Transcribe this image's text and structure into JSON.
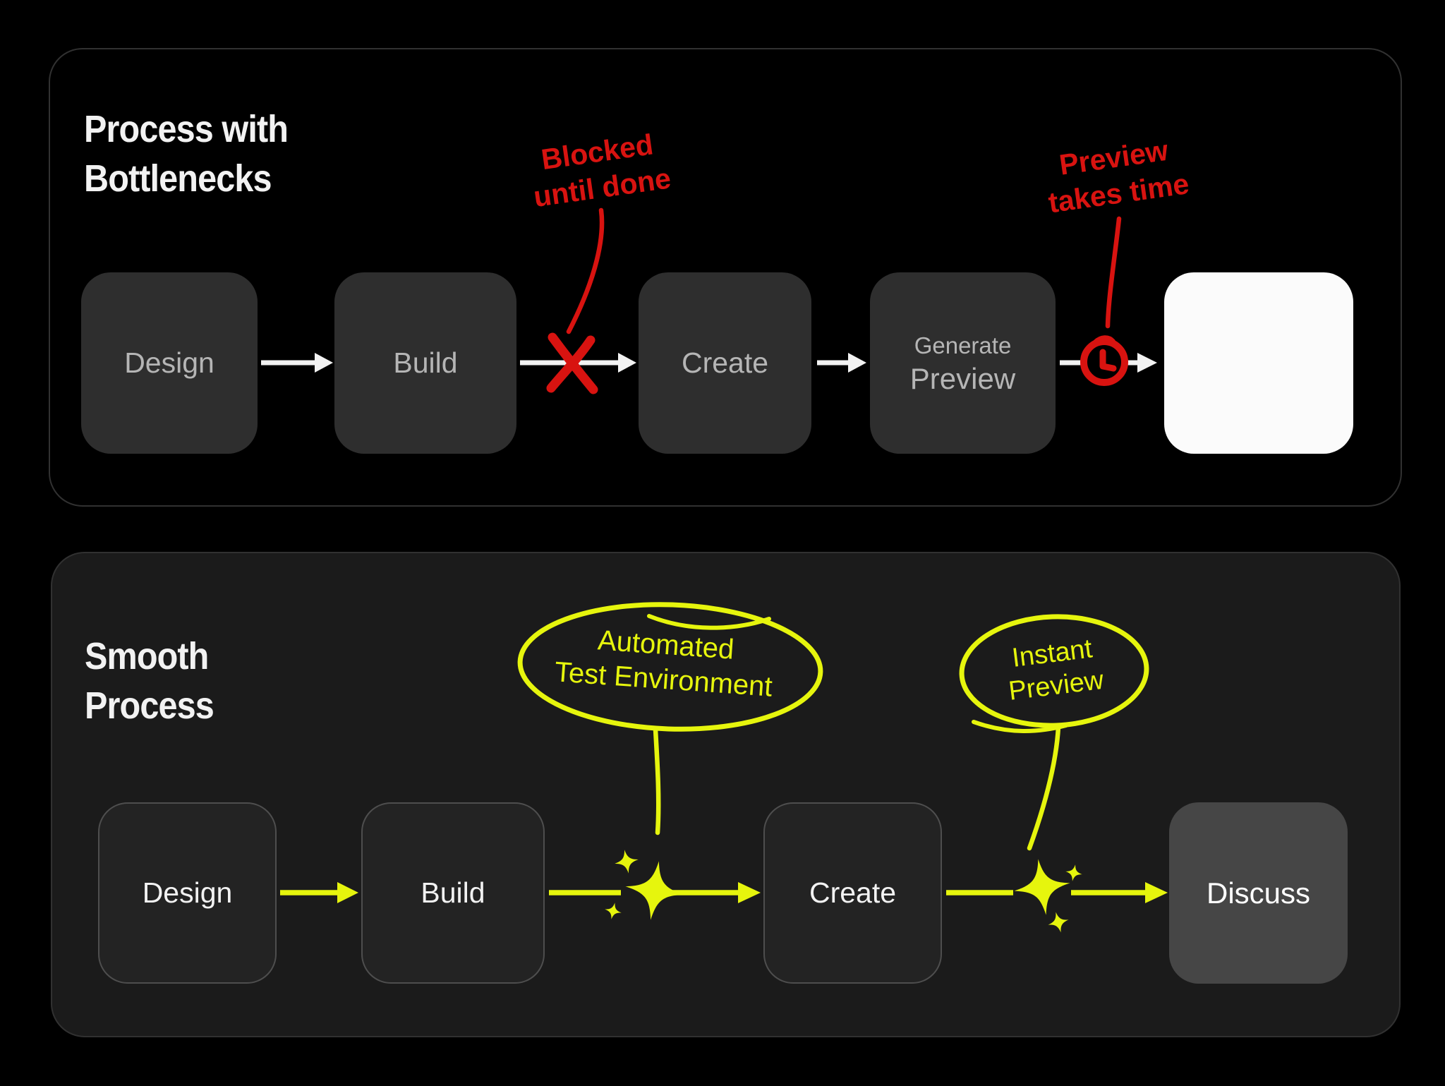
{
  "colors": {
    "background": "#000000",
    "panel_smooth_bg": "#1B1B1B",
    "panel_border": "#313131",
    "node_dark_bg": "#2E2E2E",
    "node_dark_text": "#B5B5B5",
    "node_outline_bg": "#232323",
    "node_outline_border": "#4E4E4E",
    "node_discuss_bg": "#464646",
    "node_white_bg": "#FBFBFB",
    "accent_red": "#D81310",
    "accent_yellow": "#E6F50D",
    "arrow_white": "#F2F2F2",
    "text_white": "#F2F2F2"
  },
  "icons": {
    "blocked": "x-mark-icon",
    "delay": "clock-icon",
    "boost": "sparkles-icon"
  },
  "bottleneck_panel": {
    "title_line1": "Process with",
    "title_line2": "Bottlenecks",
    "nodes": {
      "design": "Design",
      "build": "Build",
      "create": "Create",
      "generate_preview_line1": "Generate",
      "generate_preview_line2": "Preview",
      "empty": ""
    },
    "annotations": {
      "blocked_line1": "Blocked",
      "blocked_line2": "until done",
      "preview_line1": "Preview",
      "preview_line2": "takes time"
    }
  },
  "smooth_panel": {
    "title_line1": "Smooth",
    "title_line2": "Process",
    "nodes": {
      "design": "Design",
      "build": "Build",
      "create": "Create",
      "discuss": "Discuss"
    },
    "annotations": {
      "automated_line1": "Automated",
      "automated_line2": "Test Environment",
      "instant_line1": "Instant",
      "instant_line2": "Preview"
    }
  }
}
